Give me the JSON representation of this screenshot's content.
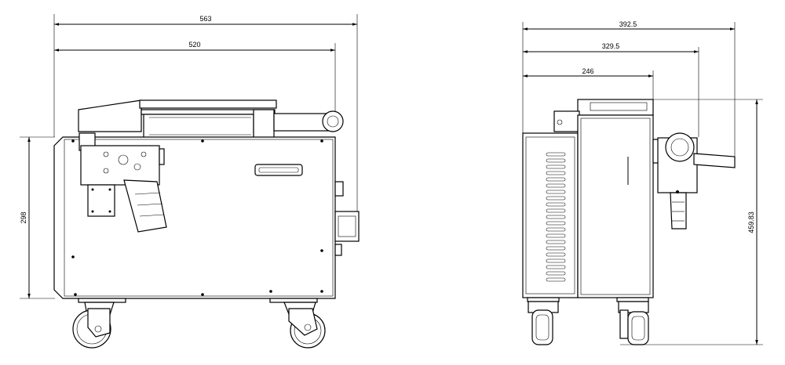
{
  "side_view": {
    "dimensions": {
      "overall_length": "563",
      "body_length": "520",
      "height": "298"
    }
  },
  "front_view": {
    "dimensions": {
      "overall_width": "392.5",
      "width_to_handle": "329.5",
      "body_width": "246",
      "overall_height": "459.83"
    }
  }
}
